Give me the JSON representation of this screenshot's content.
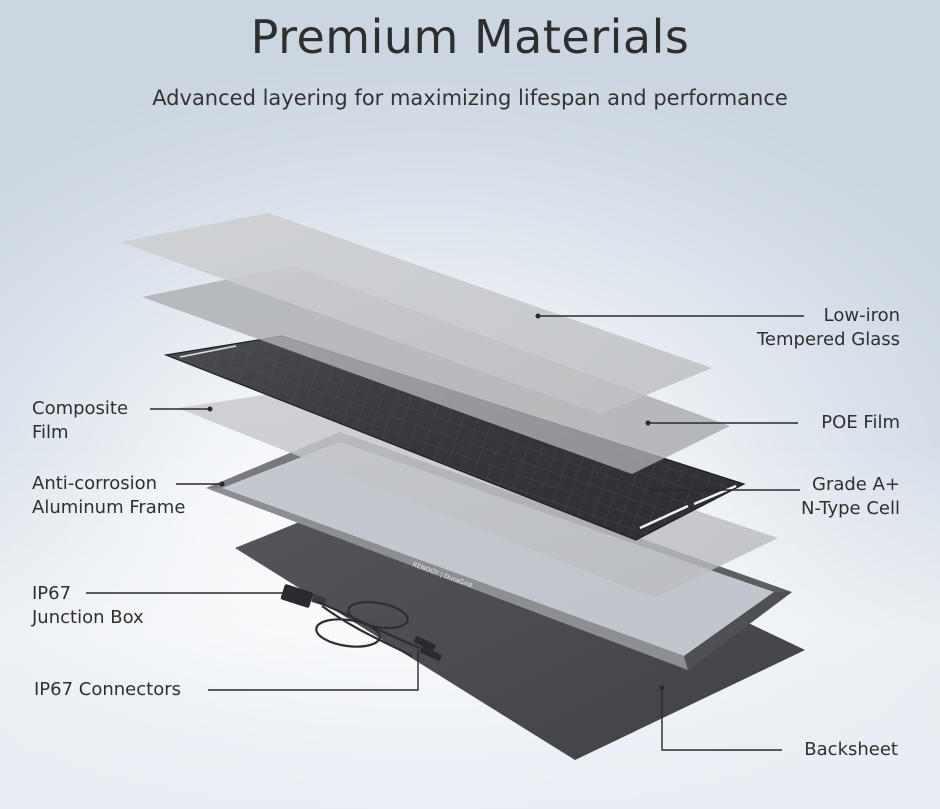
{
  "header": {
    "title": "Premium Materials",
    "subtitle": "Advanced layering for maximizing lifespan and performance"
  },
  "labels": {
    "glass_line1": "Low-iron",
    "glass_line2": "Tempered Glass",
    "poe": "POE Film",
    "cell_line1": "Grade A+",
    "cell_line2": "N-Type Cell",
    "backsheet": "Backsheet",
    "composite_line1": "Composite",
    "composite_line2": "Film",
    "frame_line1": "Anti-corrosion",
    "frame_line2": "Aluminum Frame",
    "jbox_line1": "IP67",
    "jbox_line2": "Junction Box",
    "connectors": "IP67 Connectors"
  },
  "colors": {
    "glass": "#c4c6c9",
    "poe_film": "#b3b5b8",
    "cell": "#3b3d41",
    "composite_film": "#bfc1c4",
    "frame": "#6b6d71",
    "backsheet": "#4a4c50",
    "leader_line": "#2a2a2a"
  }
}
